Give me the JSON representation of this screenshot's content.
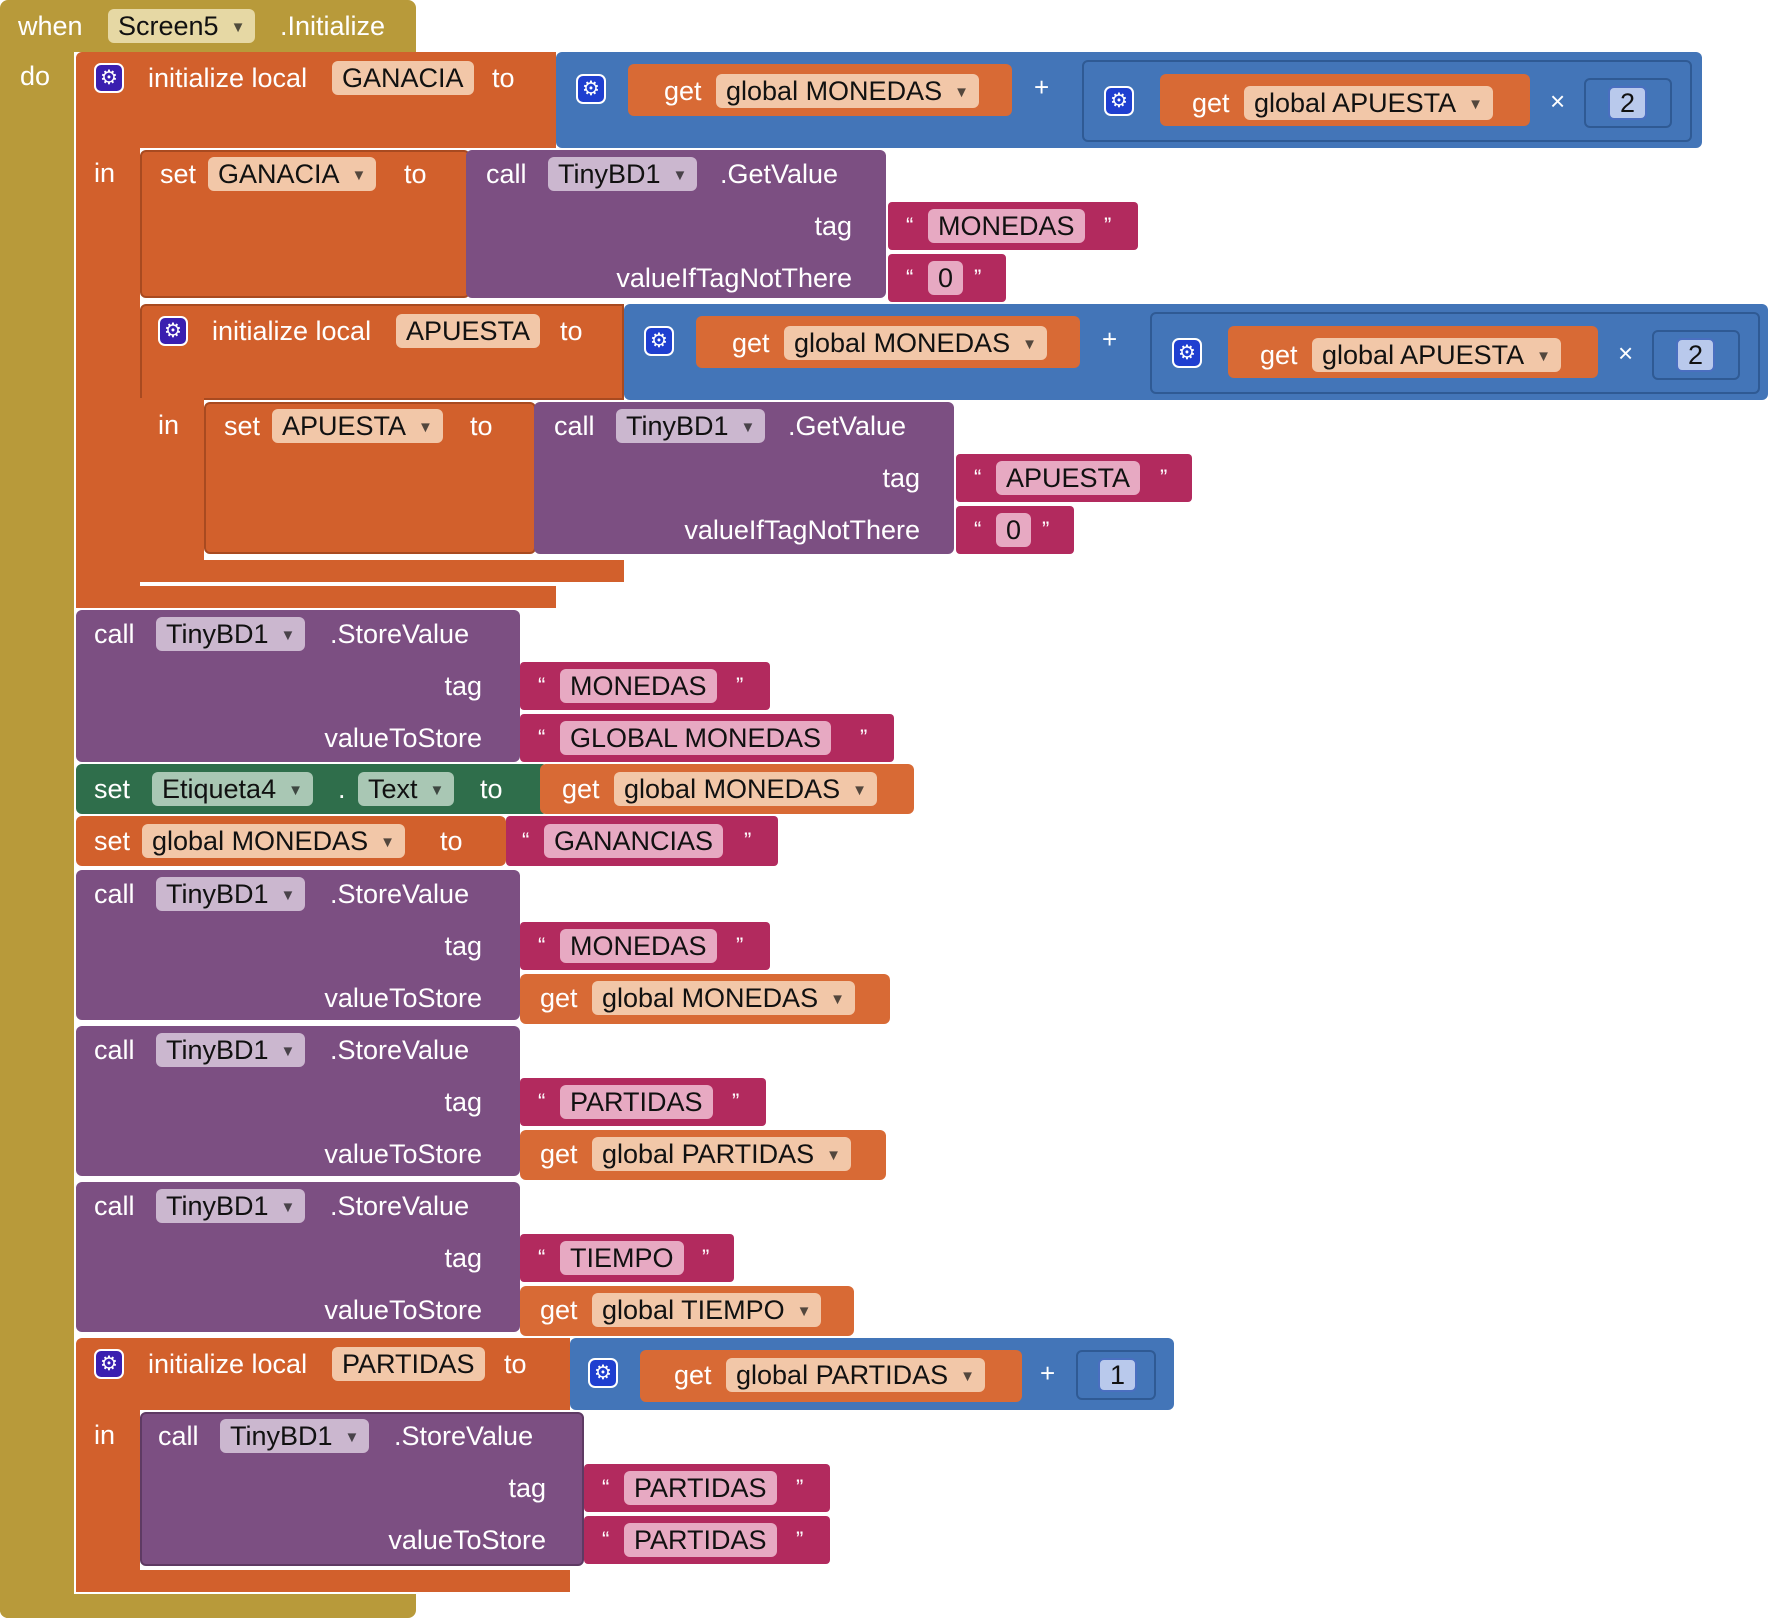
{
  "when_block": {
    "when": "when",
    "component": "Screen5",
    "event": ".Initialize",
    "do": "do"
  },
  "colors": {
    "event": "#b89a3a",
    "local": "#d2602c",
    "math": "#4375b8",
    "tinydb": "#7c4f82",
    "text": "#b22a5e",
    "get": "#d86a35",
    "label": "#2f6e4b"
  },
  "icons": {
    "mutator": "gear-icon",
    "dropdown": "triangle-down-icon"
  },
  "words": {
    "call": "call",
    "set": "set",
    "get": "get",
    "to": "to",
    "in": "in",
    "init_local": "initialize local",
    "tag": "tag",
    "value_to_store": "valueToStore",
    "value_if_not": "valueIfTagNotThere",
    "get_value": ".GetValue",
    "store_value": ".StoreValue",
    "open_quote": "“",
    "close_quote": "”",
    "plus": "+",
    "times": "×",
    "dot": "."
  },
  "blocks": {
    "init_ganacia": {
      "var": "GANACIA",
      "get1": "global MONEDAS",
      "get2": "global APUESTA",
      "num": "2"
    },
    "set_ganacia": {
      "var": "GANACIA",
      "component": "TinyBD1",
      "tag": "MONEDAS",
      "default": "0"
    },
    "init_apuesta": {
      "var": "APUESTA",
      "get1": "global MONEDAS",
      "get2": "global APUESTA",
      "num": "2"
    },
    "set_apuesta": {
      "var": "APUESTA",
      "component": "TinyBD1",
      "tag": "APUESTA",
      "default": "0"
    },
    "store1": {
      "component": "TinyBD1",
      "tag": "MONEDAS",
      "value": "GLOBAL MONEDAS"
    },
    "set_label": {
      "component": "Etiqueta4",
      "property": "Text",
      "get": "global MONEDAS"
    },
    "set_global": {
      "var": "global MONEDAS",
      "value": "GANANCIAS"
    },
    "store2": {
      "component": "TinyBD1",
      "tag": "MONEDAS",
      "get": "global MONEDAS"
    },
    "store3": {
      "component": "TinyBD1",
      "tag": "PARTIDAS",
      "get": "global PARTIDAS"
    },
    "store4": {
      "component": "TinyBD1",
      "tag": "TIEMPO",
      "get": "global TIEMPO"
    },
    "init_partidas": {
      "var": "PARTIDAS",
      "get": "global PARTIDAS",
      "num": "1"
    },
    "store5": {
      "component": "TinyBD1",
      "tag": "PARTIDAS",
      "value": "PARTIDAS"
    }
  }
}
